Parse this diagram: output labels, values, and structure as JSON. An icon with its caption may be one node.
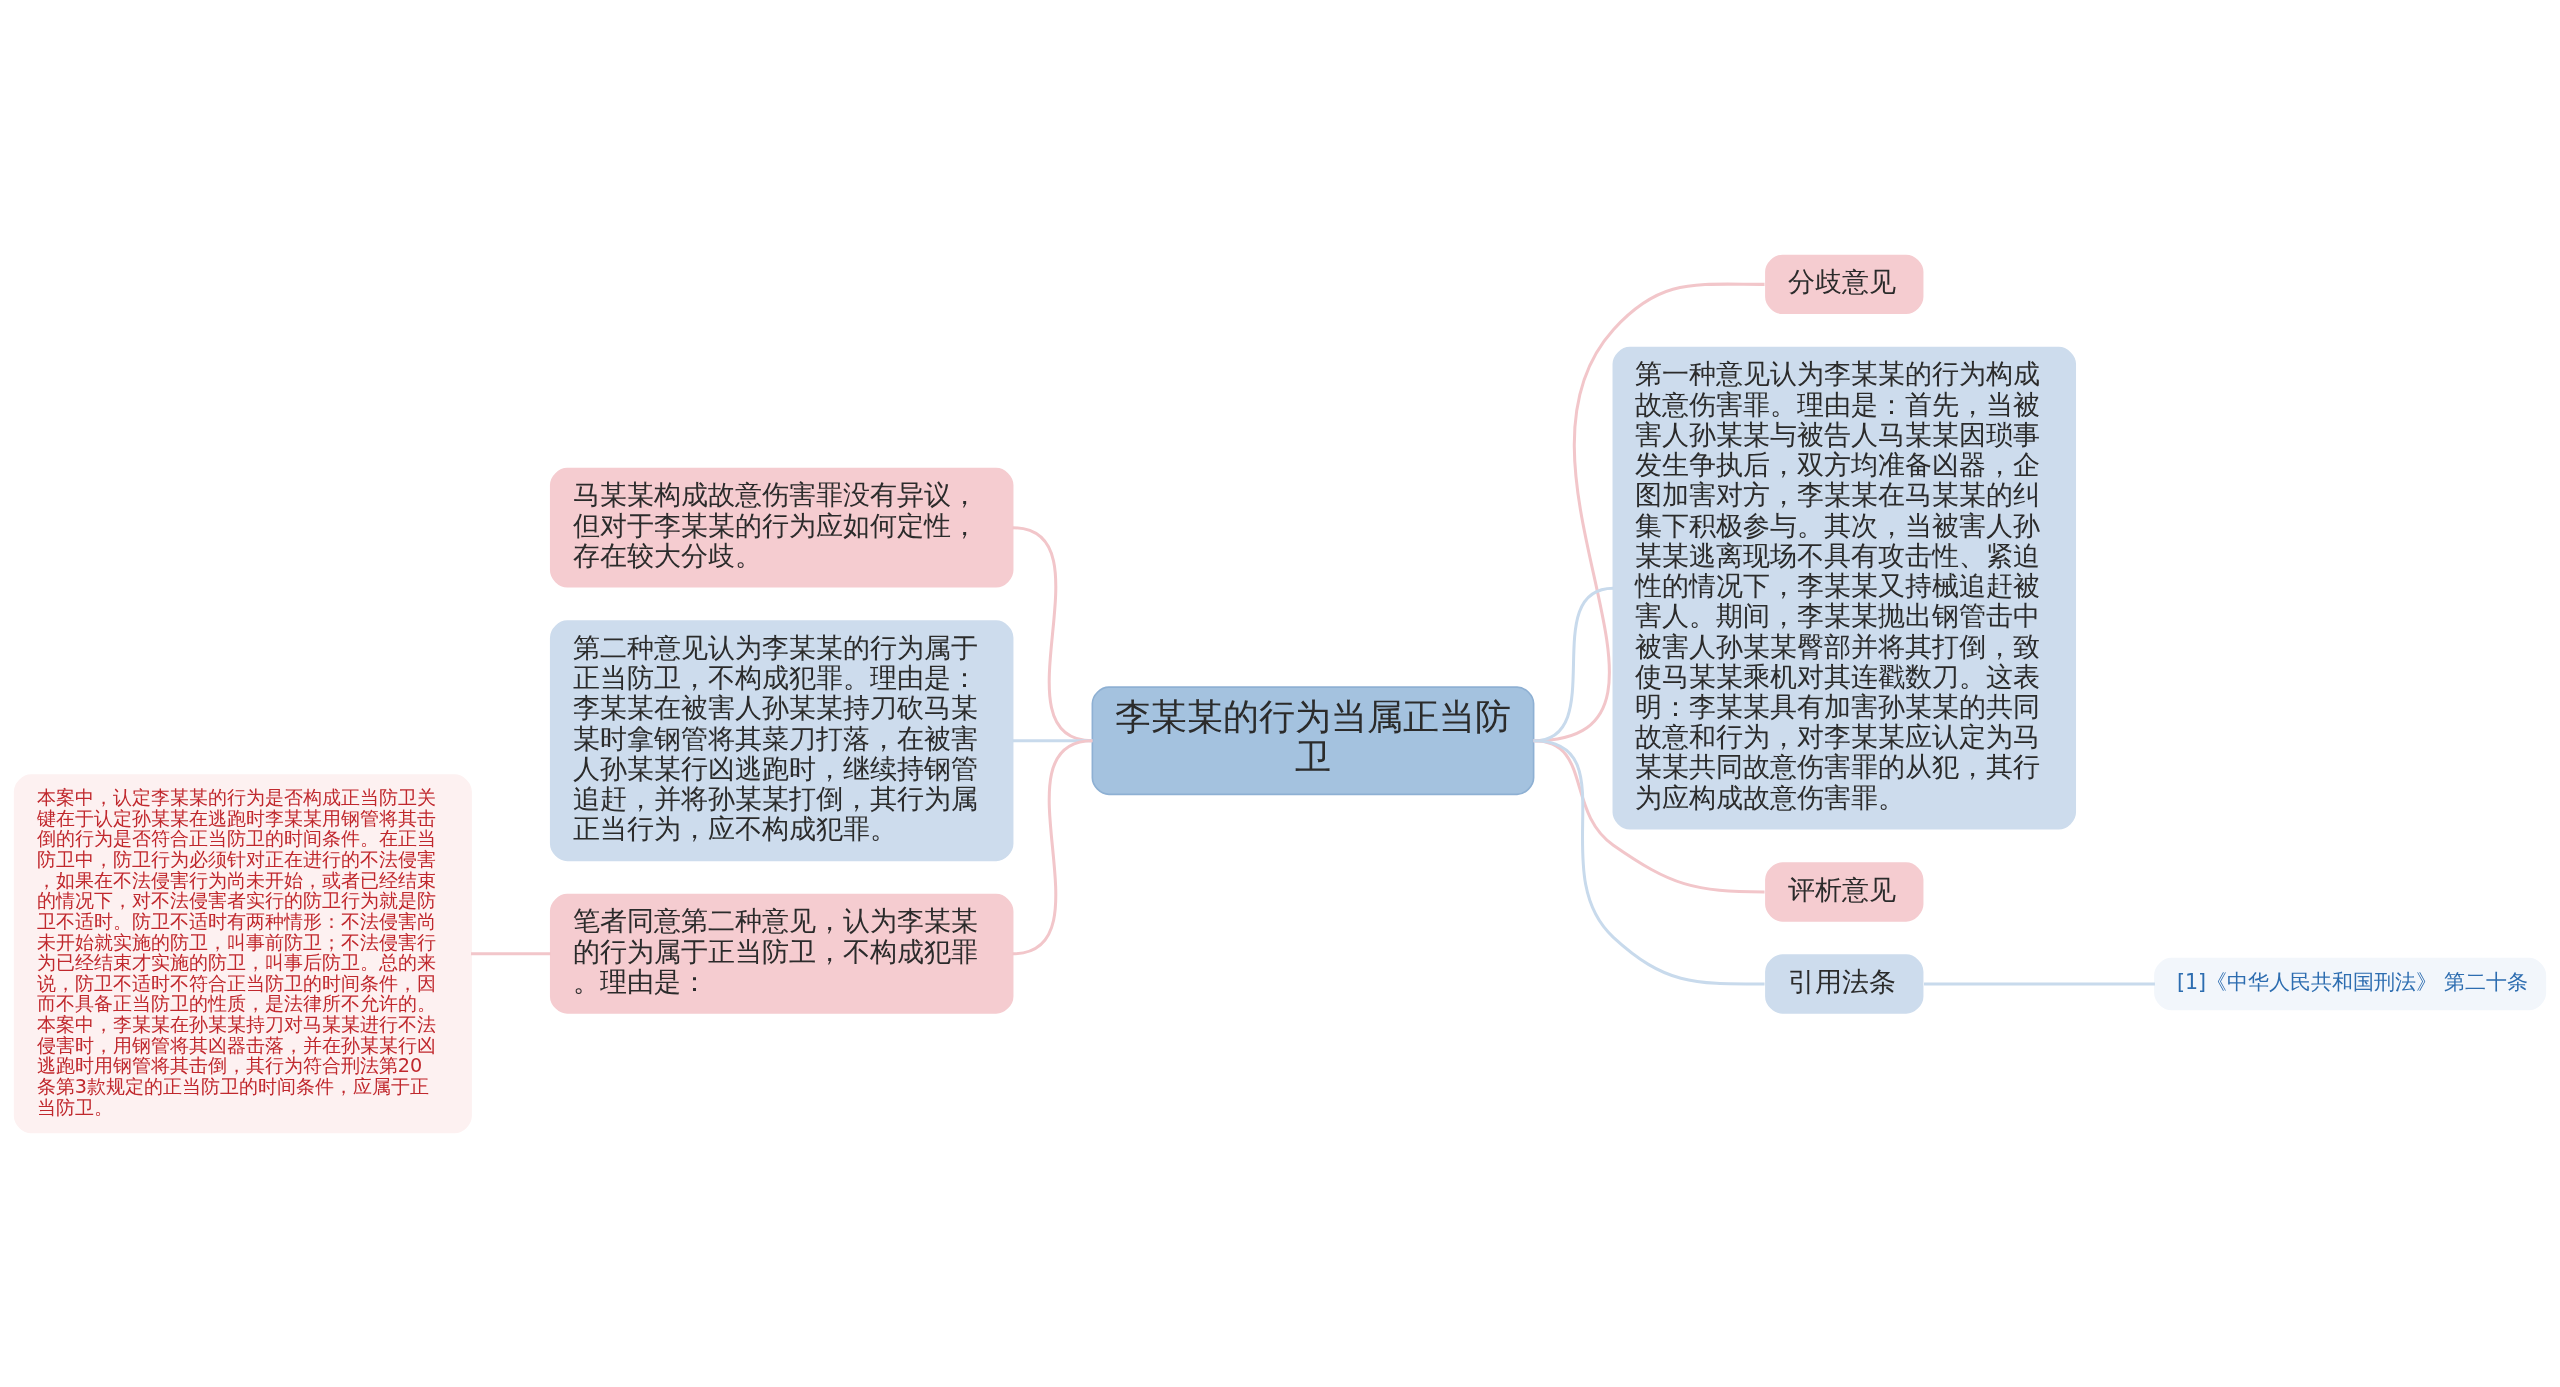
{
  "diagram": {
    "nodes": [
      {
        "text": [
          "李某某的行为当属正当防卫"
        ]
      },
      {
        "text": [
          "马某某构成故意伤害罪没有异议，但对于李某某的行为应如何定性，存在较大分歧。"
        ]
      },
      {
        "text": [
          "第二种意见认为李某某的行为属于正当防卫，不构成犯罪。理由是：李某某在被害人孙某某持刀砍马某某时拿钢管将其菜刀打落，在被害人孙某某行凶逃跑时，继续持钢管追赶，并将孙某某打倒，其行为属正当行为，应不构成犯罪。"
        ]
      },
      {
        "text": [
          "笔者同意第二种意见，认为李某某的行为属于正当防卫，不构成犯罪。理由是："
        ]
      },
      {
        "text": [
          "本案中，认定李某某的行为是否构成正当防卫关键在于认定孙某某在逃跑时李某某用钢管将其击倒的行为是否符合正当防卫的时间条件。在正当防卫中，防卫行为必须针对正在进行的不法侵害，如果在不法侵害行为尚未开始，或者已经结束的情况下，对不法侵害者实行的防卫行为就是防卫不适时。防卫不适时有两种情形：不法侵害尚未开始就实施的防卫，叫事前防卫；不法侵害行为已经结束才实施的防卫，叫事后防卫。总的来说，防卫不适时不符合正当防卫的时间条件，因而不具备正当防卫的性质，是法律所不允许的。本案中，李某某在孙某某持刀对马某某进行不法侵害时，用钢管将其凶器击落，并在孙某某行凶逃跑时用钢管将其击倒，其行为符合刑法第20条第3款规定的正当防卫的时间条件，应属于正当防卫。"
        ]
      },
      {
        "text": [
          "分歧意见"
        ]
      },
      {
        "text": [
          "第一种意见认为李某某的行为构成故意伤害罪。理由是：首先，当被害人孙某某与被告人马某某因琐事发生争执后，双方均准备凶器，企图加害对方，李某某在马某某的纠集下积极参与。其次，当被害人孙某某逃离现场不具有攻击性、紧迫性的情况下，李某某又持械追赶被害人。期间，李某某抛出钢管击中被害人孙某某臀部并将其打倒，致使马某某乘机对其连戳数刀。这表明：李某某具有加害孙某某的共同故意和行为，对李某某应认定为马某某共同故意伤害罪的从犯，其行为应构成故意伤害罪。"
        ]
      },
      {
        "text": [
          "评析意见"
        ]
      },
      {
        "text": [
          "引用法条"
        ]
      },
      {
        "text": [
          "[1]《中华人民共和国刑法》 第二十条"
        ]
      }
    ],
    "edges": [
      {
        "from": 0,
        "to": 1,
        "arrow": "none"
      },
      {
        "from": 0,
        "to": 2,
        "arrow": "none",
        "color": "#c8daec"
      },
      {
        "from": 0,
        "to": 3,
        "arrow": "none"
      },
      {
        "from": 3,
        "to": 4,
        "arrow": "none"
      },
      {
        "from": 0,
        "to": 5,
        "arrow": "none"
      },
      {
        "from": 0,
        "to": 6,
        "arrow": "none",
        "color": "#c8daec"
      },
      {
        "from": 0,
        "to": 7,
        "arrow": "none"
      },
      {
        "from": 0,
        "to": 8,
        "arrow": "none",
        "color": "#c8daec"
      },
      {
        "from": 8,
        "to": 9,
        "arrow": "none",
        "color": "#c8daec"
      }
    ]
  }
}
